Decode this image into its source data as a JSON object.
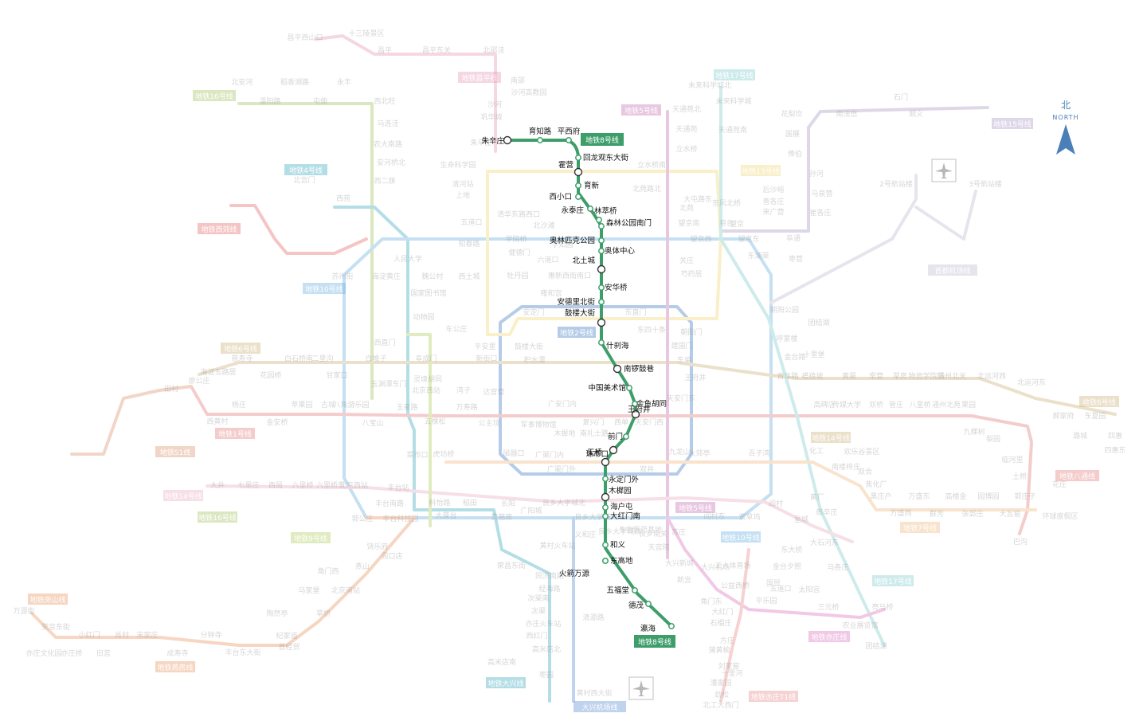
{
  "map_title": "",
  "highlight": {
    "line_name": "地铁8号线",
    "color": "#3d9e6a",
    "top_tag": "地铁8号线",
    "bottom_tag": "地铁8号线",
    "stations": [
      "朱辛庄",
      "育知路",
      "平西府",
      "回龙观东大街",
      "霍营",
      "育新",
      "西小口",
      "永泰庄",
      "林萃桥",
      "森林公园南门",
      "奥林匹克公园",
      "奥体中心",
      "北土城",
      "安华桥",
      "安德里北街",
      "鼓楼大街",
      "什刹海",
      "南锣鼓巷",
      "中国美术馆",
      "金鱼胡同",
      "王府井",
      "前门",
      "珠市口",
      "天桥",
      "永定门外",
      "木樨园",
      "海户屯",
      "大红门南",
      "和义",
      "东高地",
      "火箭万源",
      "五福堂",
      "德茂",
      "瀛海"
    ]
  },
  "compass": {
    "cn": "北",
    "en": "NORTH"
  },
  "line_tags": [
    "地铁昌平线",
    "地铁16号线",
    "地铁4号线",
    "地铁西郊线",
    "地铁10号线",
    "地铁2号线",
    "地铁6号线",
    "地铁1号线",
    "地铁S1线",
    "地铁14号线",
    "地铁16号线",
    "地铁9号线",
    "地铁房山线",
    "地铁燕房线",
    "地铁大兴线",
    "大兴机场线",
    "地铁17号线",
    "地铁5号线",
    "地铁13号线",
    "地铁15号线",
    "首都机场线",
    "地铁7号线",
    "地铁八通线",
    "地铁6号线",
    "地铁10号线",
    "地铁亦庄线",
    "地铁亦庄T1线",
    "地铁17号线",
    "地铁5号线",
    "地铁14号线"
  ],
  "background_stations": [
    "昌平西山口",
    "十三陵景区",
    "昌平",
    "昌平东关",
    "北邵洼",
    "南邵",
    "沙河高教园",
    "沙河",
    "巩华城",
    "朱辛庄",
    "生命科学园",
    "北安河",
    "稻香湖路",
    "永丰",
    "温阳路",
    "屯佃",
    "西北旺",
    "马连洼",
    "农大南路",
    "安河桥北",
    "北宫门",
    "西苑",
    "西二旗",
    "清河站",
    "上地",
    "五道口",
    "知春路",
    "西土城",
    "牡丹园",
    "六道口",
    "北沙滩",
    "学知园",
    "清华东路西口",
    "学院桥",
    "健德门",
    "惠新西街南口",
    "芍药居",
    "关庄",
    "望京西",
    "望京",
    "望京东",
    "阜通",
    "东湖渠",
    "来广营",
    "善各庄",
    "后沙峪",
    "花梨坎",
    "国展",
    "俸伯",
    "石门",
    "南法信",
    "顺义",
    "孙河",
    "马泉营",
    "崔各庄",
    "2号航站楼",
    "3号航站楼",
    "未来科学城北",
    "未来科学城",
    "天通苑北",
    "天通苑",
    "天通苑南",
    "立水桥",
    "立水桥南",
    "北苑路北",
    "大屯路东",
    "北苑",
    "望京南",
    "将台",
    "东风北桥",
    "枣营",
    "朝阳公园",
    "团结湖",
    "呼家楼",
    "金台路",
    "十里堡",
    "青年路",
    "褡裢坡",
    "黄渠",
    "常营",
    "草房",
    "物资学院路",
    "通州北关",
    "北运河西",
    "北运河东",
    "郝家府",
    "东夏园",
    "潞城",
    "四惠",
    "四惠东",
    "高碑店",
    "传媒大学",
    "双桥",
    "管庄",
    "八里桥",
    "通州北苑",
    "果园",
    "九棵树",
    "梨园",
    "临河里",
    "土桥",
    "花庄",
    "环球度假区",
    "巴沟",
    "苏州街",
    "海淀黄庄",
    "人民大学",
    "魏公村",
    "国家图书馆",
    "动物园",
    "西直门",
    "车公庄",
    "平安里",
    "新街口",
    "积水潭",
    "鼓楼大街",
    "安定门",
    "雍和宫",
    "东直门",
    "东四十条",
    "朝阳门",
    "建国门",
    "东单",
    "王府井",
    "天安门东",
    "天安门西",
    "西单",
    "复兴门",
    "南礼士路",
    "木樨地",
    "军事博物馆",
    "公主坟",
    "万寿路",
    "五棵松",
    "玉泉路",
    "八宝山",
    "八角游乐园",
    "古城",
    "苹果园",
    "金安桥",
    "杨庄",
    "西黄村",
    "廖公庄",
    "田村",
    "海淀五路居",
    "慈寿寺",
    "花园桥",
    "白石桥南",
    "二里沟",
    "甘家口",
    "白堆子",
    "玉渊潭东门",
    "阜成门",
    "灵境胡同",
    "北京西站",
    "湾子",
    "达官营",
    "广安门内",
    "菜市口",
    "虎坊桥",
    "磁器口",
    "广渠门内",
    "广渠门外",
    "双井",
    "九龙山",
    "大郊亭",
    "百子湾",
    "化工",
    "南楼梓庄",
    "欢乐谷景区",
    "双合",
    "焦化厂",
    "黄厂",
    "郎辛庄",
    "黑庄户",
    "万盛西",
    "万盛东",
    "群芳",
    "高楼金",
    "张郭庄",
    "园博园",
    "大瓦窑",
    "郭庄子",
    "大井",
    "七里庄",
    "西局",
    "六里桥",
    "六里桥东",
    "北京西站",
    "丰台站",
    "丰台南路",
    "科怡路",
    "丰台科技园",
    "郭公庄",
    "大葆台",
    "稻田",
    "长阳",
    "篱笆房",
    "广阳城",
    "良乡大学城北",
    "良乡大学城",
    "良乡大学城西",
    "良乡南关",
    "苏庄",
    "阎村东",
    "紫草坞",
    "阎村",
    "星城",
    "大石河东",
    "马各庄",
    "饶乐府",
    "周口店",
    "燕山",
    "角门西",
    "马家堡",
    "北京南站",
    "陶然亭",
    "草桥",
    "纪家庙",
    "首经贸",
    "丰台东大街",
    "分钟寺",
    "成寿寺",
    "宋家庄",
    "肖村",
    "小红门",
    "旧宫",
    "亦庄桥",
    "亦庄文化园",
    "万源街",
    "荣京东街",
    "荣昌东街",
    "同济南路",
    "经海路",
    "次渠南",
    "次渠",
    "亦庄火车站",
    "西红门",
    "高米店北",
    "高米店南",
    "枣园",
    "清源路",
    "黄村西大街",
    "黄村火车站",
    "义和庄",
    "生物医药基地",
    "天宫院",
    "大兴新城",
    "大兴机场",
    "新宫",
    "公益西桥",
    "角门东",
    "大红门",
    "石榴庄",
    "方庄",
    "蒲黄榆",
    "刘家窑",
    "十里河",
    "潘家园",
    "劲松",
    "北工大西门",
    "平乐园",
    "五道口",
    "太阳宫",
    "三元桥",
    "亮马桥",
    "农业展览馆",
    "团结湖",
    "工人体育场",
    "东大桥",
    "金台夕照",
    "国贸",
    "大望路"
  ]
}
